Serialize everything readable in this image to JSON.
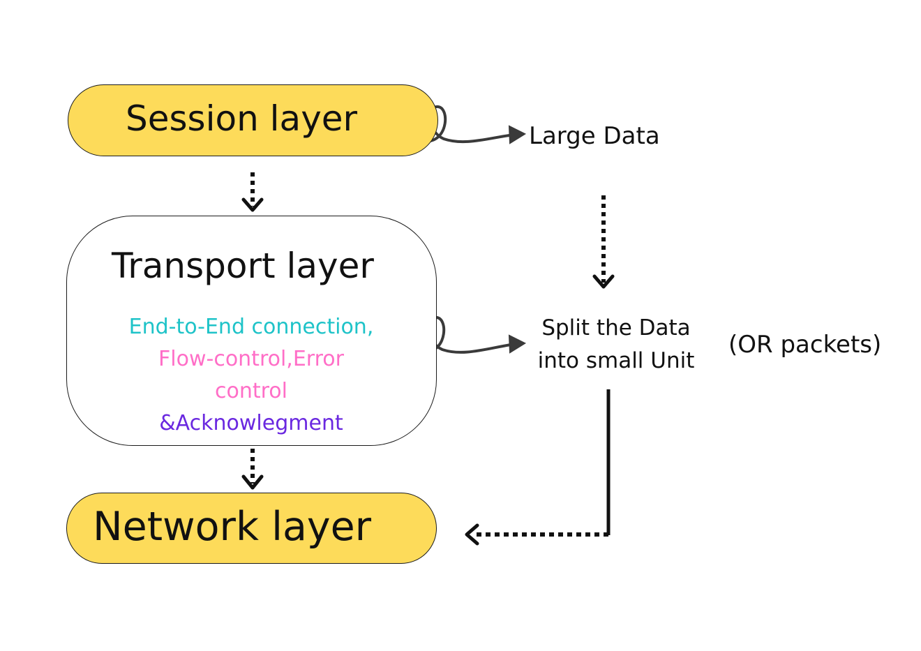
{
  "diagram": {
    "session_layer": "Session layer",
    "transport_layer": "Transport layer",
    "network_layer": "Network layer",
    "transport_functions": [
      "End-to-End connection,",
      "Flow-control,Error",
      "control",
      "&Acknowlegment"
    ],
    "large_data": "Large Data",
    "split_line_1": "Split the Data",
    "split_line_2": "into small Unit",
    "or_packets": "(OR packets)"
  },
  "colors": {
    "layer_fill": "#fddb5a",
    "end_to_end": "#1ec3c8",
    "flow_error": "#ff6ec7",
    "acknowledgment": "#6a28e0",
    "brace": "#9a9a9a"
  }
}
